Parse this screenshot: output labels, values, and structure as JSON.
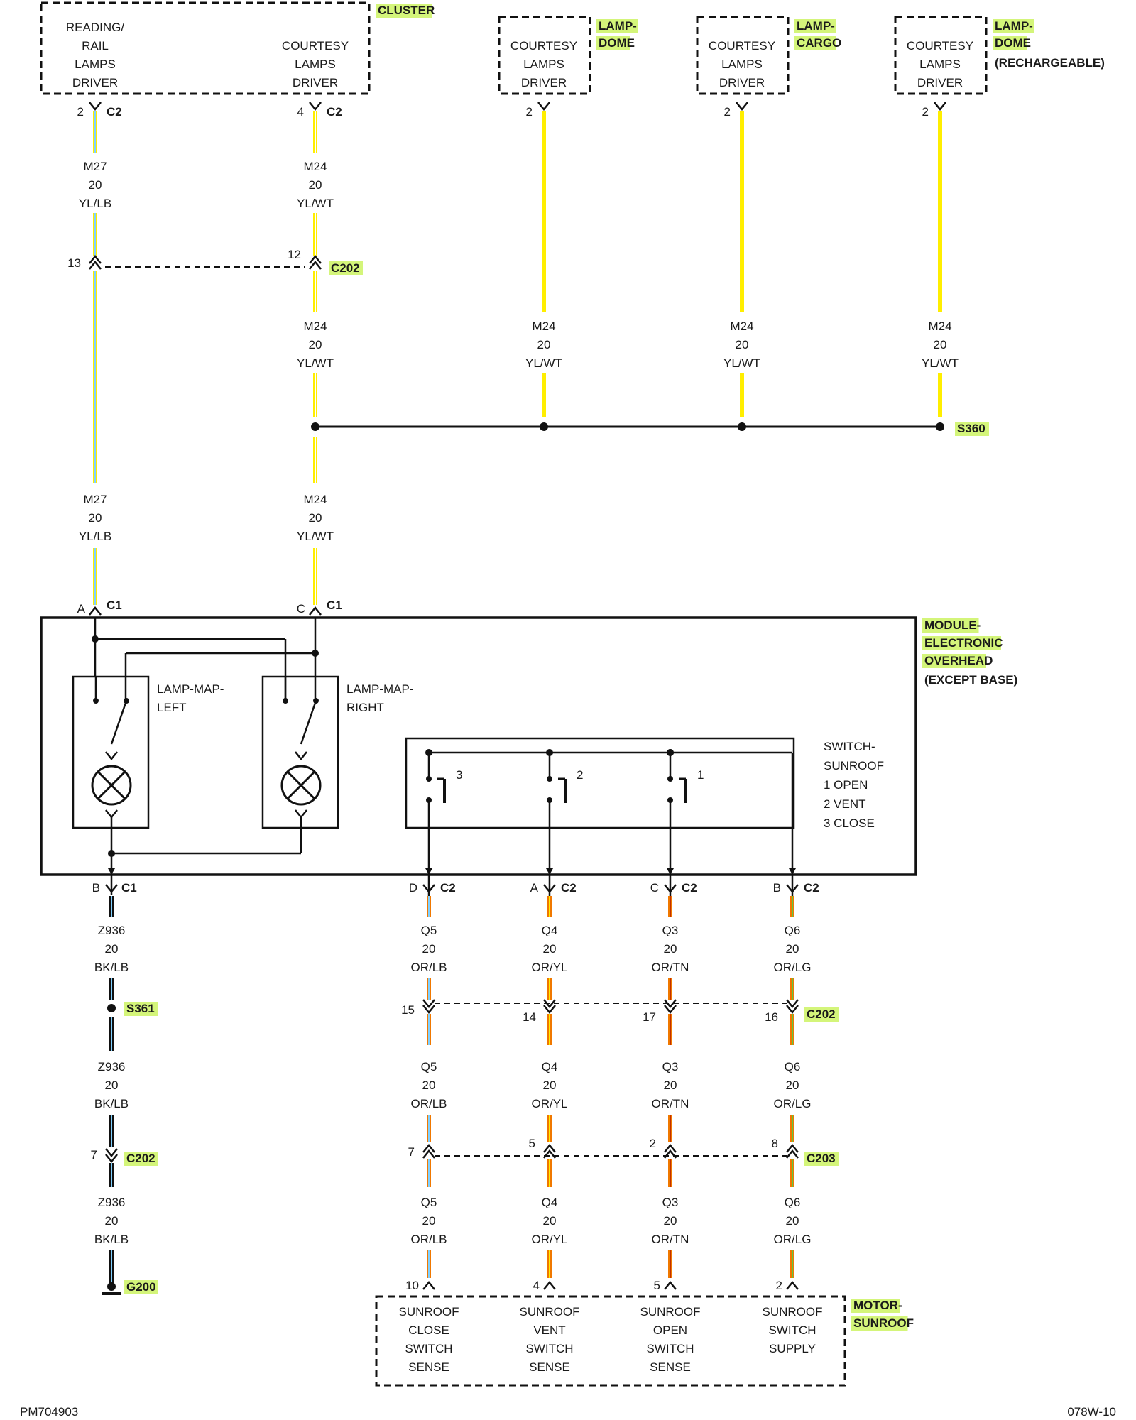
{
  "colors": {
    "yl": "#ffee00",
    "lb": "#7fd0ff",
    "wt": "#ffffff",
    "bk": "#111111",
    "or": "#f07800",
    "tn": "#c03000",
    "lg": "#60c840",
    "highlight": "#d4f57a"
  },
  "components": {
    "cluster": {
      "name": "CLUSTER",
      "drivers": [
        {
          "lines": [
            "READING/",
            "RAIL",
            "LAMPS",
            "DRIVER"
          ]
        },
        {
          "lines": [
            "COURTESY",
            "LAMPS",
            "DRIVER"
          ]
        }
      ]
    },
    "dome": {
      "name_lines": [
        "LAMP-",
        "DOME"
      ],
      "driver_lines": [
        "COURTESY",
        "LAMPS",
        "DRIVER"
      ]
    },
    "cargo": {
      "name_lines": [
        "LAMP-",
        "CARGO"
      ],
      "driver_lines": [
        "COURTESY",
        "LAMPS",
        "DRIVER"
      ]
    },
    "dome_r": {
      "name_lines": [
        "LAMP-",
        "DOME"
      ],
      "extra": "(RECHARGEABLE)",
      "driver_lines": [
        "COURTESY",
        "LAMPS",
        "DRIVER"
      ]
    },
    "overhead": {
      "name_lines": [
        "MODULE-",
        "ELECTRONIC",
        "OVERHEAD"
      ],
      "extra": "(EXCEPT BASE)"
    },
    "map_left": {
      "lines": [
        "LAMP-MAP-",
        "LEFT"
      ]
    },
    "map_right": {
      "lines": [
        "LAMP-MAP-",
        "RIGHT"
      ]
    },
    "sunroof_switch": {
      "lines": [
        "SWITCH-",
        "SUNROOF",
        "1 OPEN",
        "2 VENT",
        "3 CLOSE"
      ],
      "contacts": [
        "3",
        "2",
        "1"
      ]
    },
    "motor": {
      "name_lines": [
        "MOTOR-",
        "SUNROOF"
      ],
      "terminals": [
        {
          "lines": [
            "SUNROOF",
            "CLOSE",
            "SWITCH",
            "SENSE"
          ]
        },
        {
          "lines": [
            "SUNROOF",
            "VENT",
            "SWITCH",
            "SENSE"
          ]
        },
        {
          "lines": [
            "SUNROOF",
            "OPEN",
            "SWITCH",
            "SENSE"
          ]
        },
        {
          "lines": [
            "SUNROOF",
            "SWITCH",
            "SUPPLY"
          ]
        }
      ]
    }
  },
  "connectors": {
    "cluster_c2": "C2",
    "c202": "C202",
    "c203": "C203",
    "c1": "C1",
    "c2": "C2"
  },
  "pins": {
    "cluster_m27": "2",
    "cluster_m24": "4",
    "dome": "2",
    "cargo": "2",
    "dome_r": "2",
    "c202_m27": "13",
    "c202_m24": "12",
    "c1_a": "A",
    "c1_c": "C",
    "c1_b": "B",
    "c2_d": "D",
    "c2_a": "A",
    "c2_c": "C",
    "c2_b": "B",
    "c202_q5": "15",
    "c202_q4": "14",
    "c202_q3": "17",
    "c202_q6": "16",
    "c202_z936": "7",
    "c203_q5": "7",
    "c203_q4": "5",
    "c203_q3": "2",
    "c203_q6": "8",
    "motor_q5": "10",
    "motor_q4": "4",
    "motor_q3": "5",
    "motor_q6": "2"
  },
  "splices": {
    "s360": "S360",
    "s361": "S361"
  },
  "grounds": {
    "g200": "G200"
  },
  "wires": {
    "m27": {
      "circuit": "M27",
      "gauge": "20",
      "color": "YL/LB"
    },
    "m24": {
      "circuit": "M24",
      "gauge": "20",
      "color": "YL/WT"
    },
    "z936": {
      "circuit": "Z936",
      "gauge": "20",
      "color": "BK/LB"
    },
    "q5": {
      "circuit": "Q5",
      "gauge": "20",
      "color": "OR/LB"
    },
    "q4": {
      "circuit": "Q4",
      "gauge": "20",
      "color": "OR/YL"
    },
    "q3": {
      "circuit": "Q3",
      "gauge": "20",
      "color": "OR/TN"
    },
    "q6": {
      "circuit": "Q6",
      "gauge": "20",
      "color": "OR/LG"
    }
  },
  "footer": {
    "left": "PM704903",
    "right": "078W-10"
  }
}
